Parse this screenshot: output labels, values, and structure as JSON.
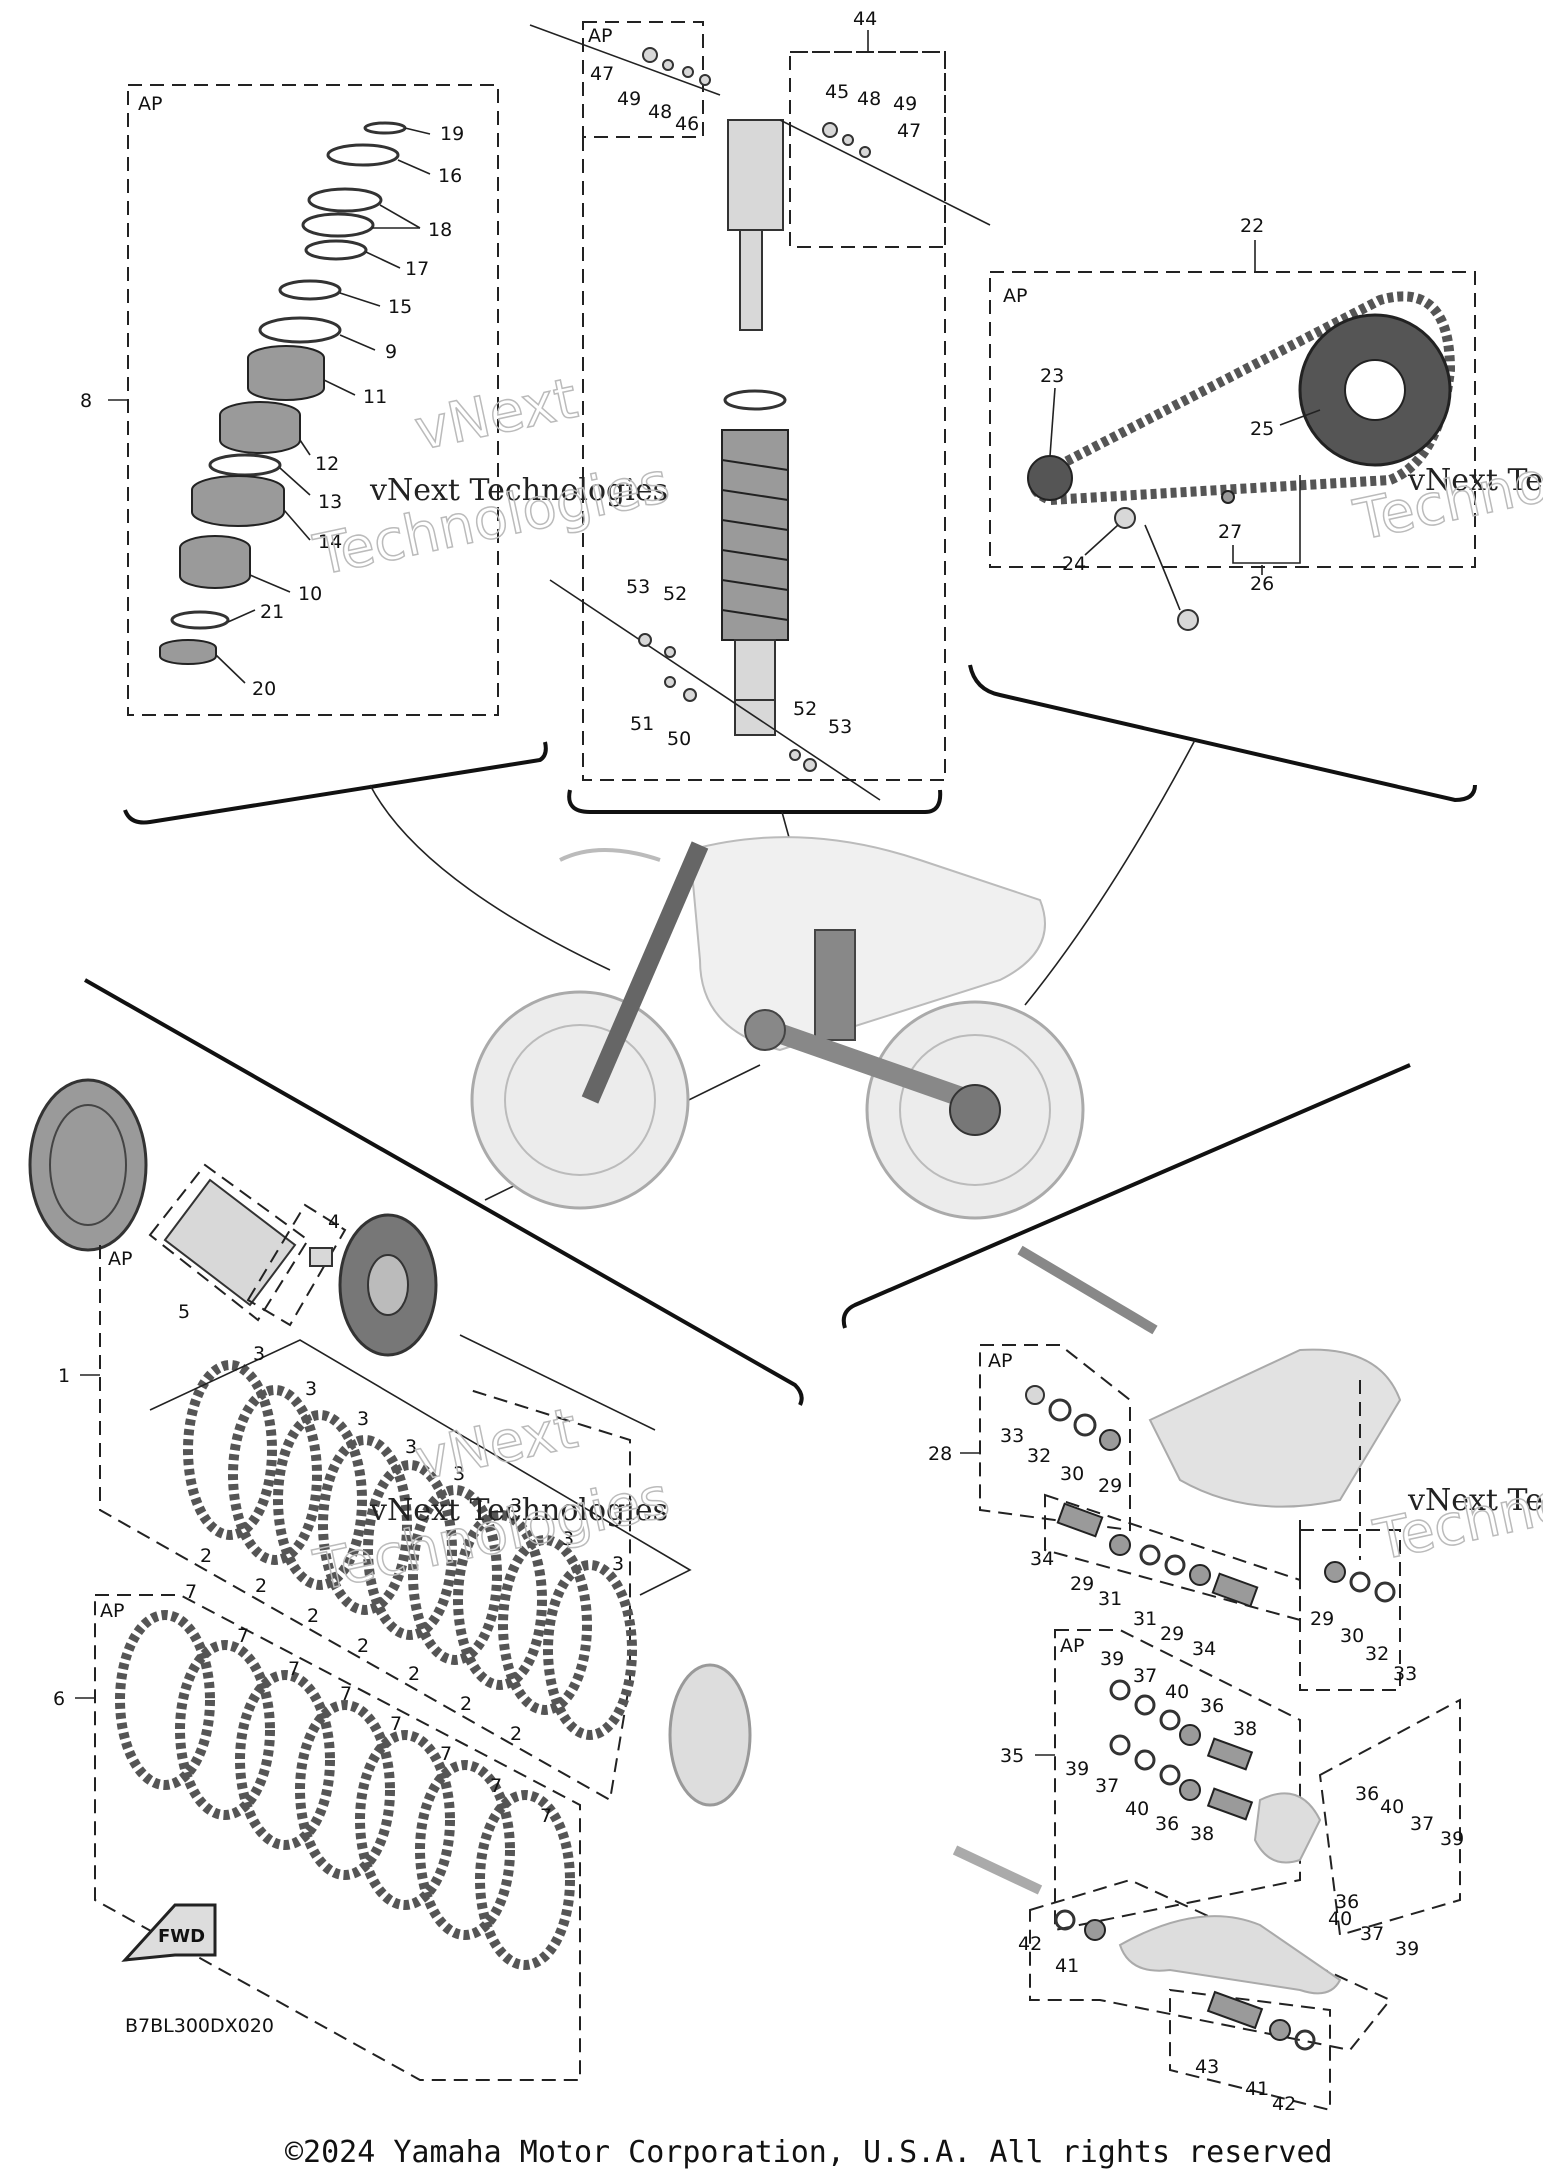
{
  "diagram_code": "B7BL300DX020",
  "copyright": "©2024 Yamaha Motor Corporation, U.S.A. All rights reserved",
  "watermark_line1": "vNext",
  "watermark_line2": "vNext Technologies",
  "watermark_line3": "Technologies",
  "watermark_partial": "vNext Tec",
  "ap_label": "AP",
  "fwd_label": "FWD",
  "callouts": {
    "c1": "1",
    "c2": "2",
    "c3": "3",
    "c4": "4",
    "c5": "5",
    "c6": "6",
    "c7": "7",
    "c8": "8",
    "c9": "9",
    "c10": "10",
    "c11": "11",
    "c12": "12",
    "c13": "13",
    "c14": "14",
    "c15": "15",
    "c16": "16",
    "c17": "17",
    "c18": "18",
    "c19": "19",
    "c20": "20",
    "c21": "21",
    "c22": "22",
    "c23": "23",
    "c24": "24",
    "c25": "25",
    "c26": "26",
    "c27": "27",
    "c28": "28",
    "c29": "29",
    "c30": "30",
    "c31": "31",
    "c32": "32",
    "c33": "33",
    "c34": "34",
    "c35": "35",
    "c36": "36",
    "c37": "37",
    "c38": "38",
    "c39": "39",
    "c40": "40",
    "c41": "41",
    "c42": "42",
    "c43": "43",
    "c44": "44",
    "c45": "45",
    "c46": "46",
    "c47": "47",
    "c48": "48",
    "c49": "49",
    "c50": "50",
    "c51": "51",
    "c52": "52",
    "c53": "53"
  }
}
